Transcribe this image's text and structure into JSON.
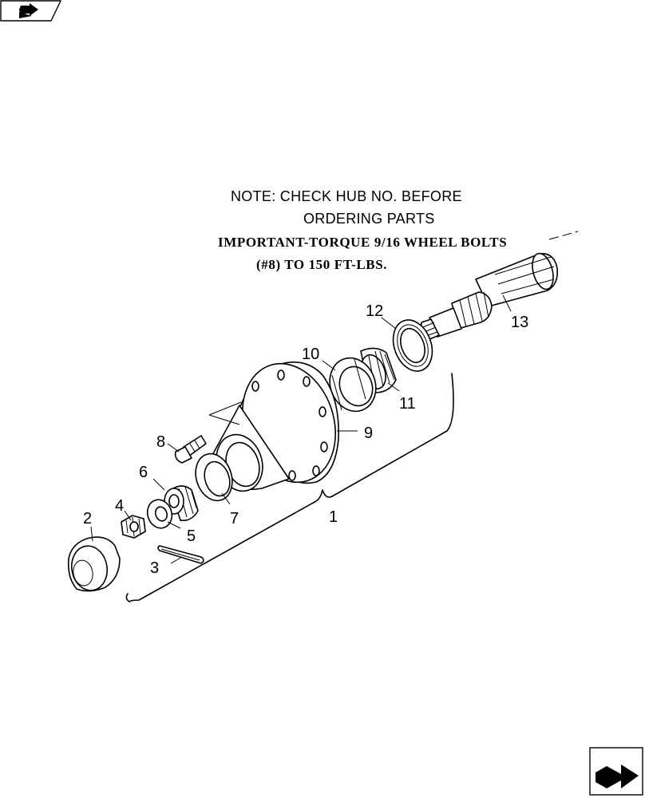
{
  "note": {
    "line1": "NOTE: CHECK HUB NO. BEFORE",
    "line2": "ORDERING PARTS"
  },
  "important": {
    "line1": "IMPORTANT-TORQUE 9/16 WHEEL BOLTS",
    "line2": "(#8) TO 150 FT-LBS."
  },
  "callouts": {
    "c1": "1",
    "c2": "2",
    "c3": "3",
    "c4": "4",
    "c5": "5",
    "c6": "6",
    "c7": "7",
    "c8": "8",
    "c9": "9",
    "c10": "10",
    "c11": "11",
    "c12": "12",
    "c13": "13"
  },
  "icons": {
    "top_left": "previous-page-icon",
    "bottom_right": "next-page-icon"
  }
}
